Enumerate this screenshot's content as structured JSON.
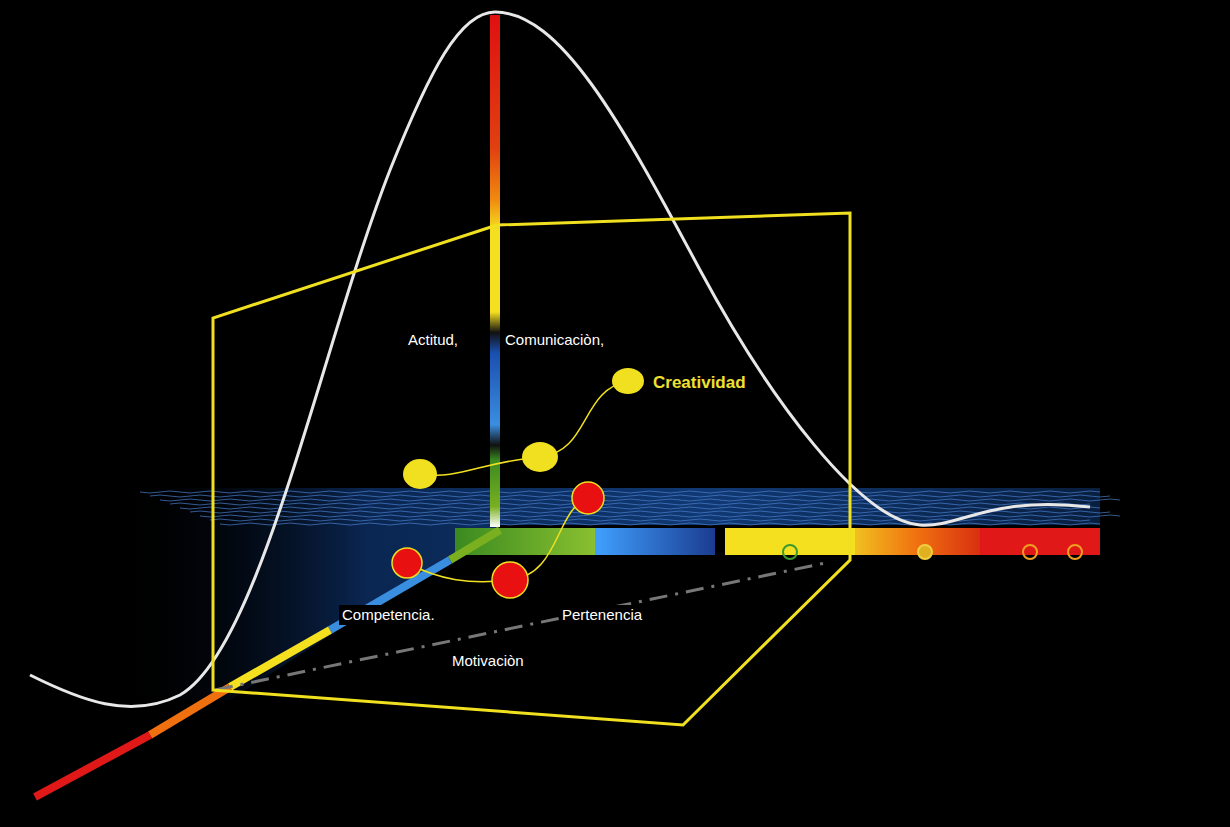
{
  "diagram": {
    "labels": [
      "Actitud,",
      "Comunicaciòn,",
      "Creatividad",
      "Competencia.",
      "Pertenencia",
      "Motivaciòn"
    ]
  }
}
